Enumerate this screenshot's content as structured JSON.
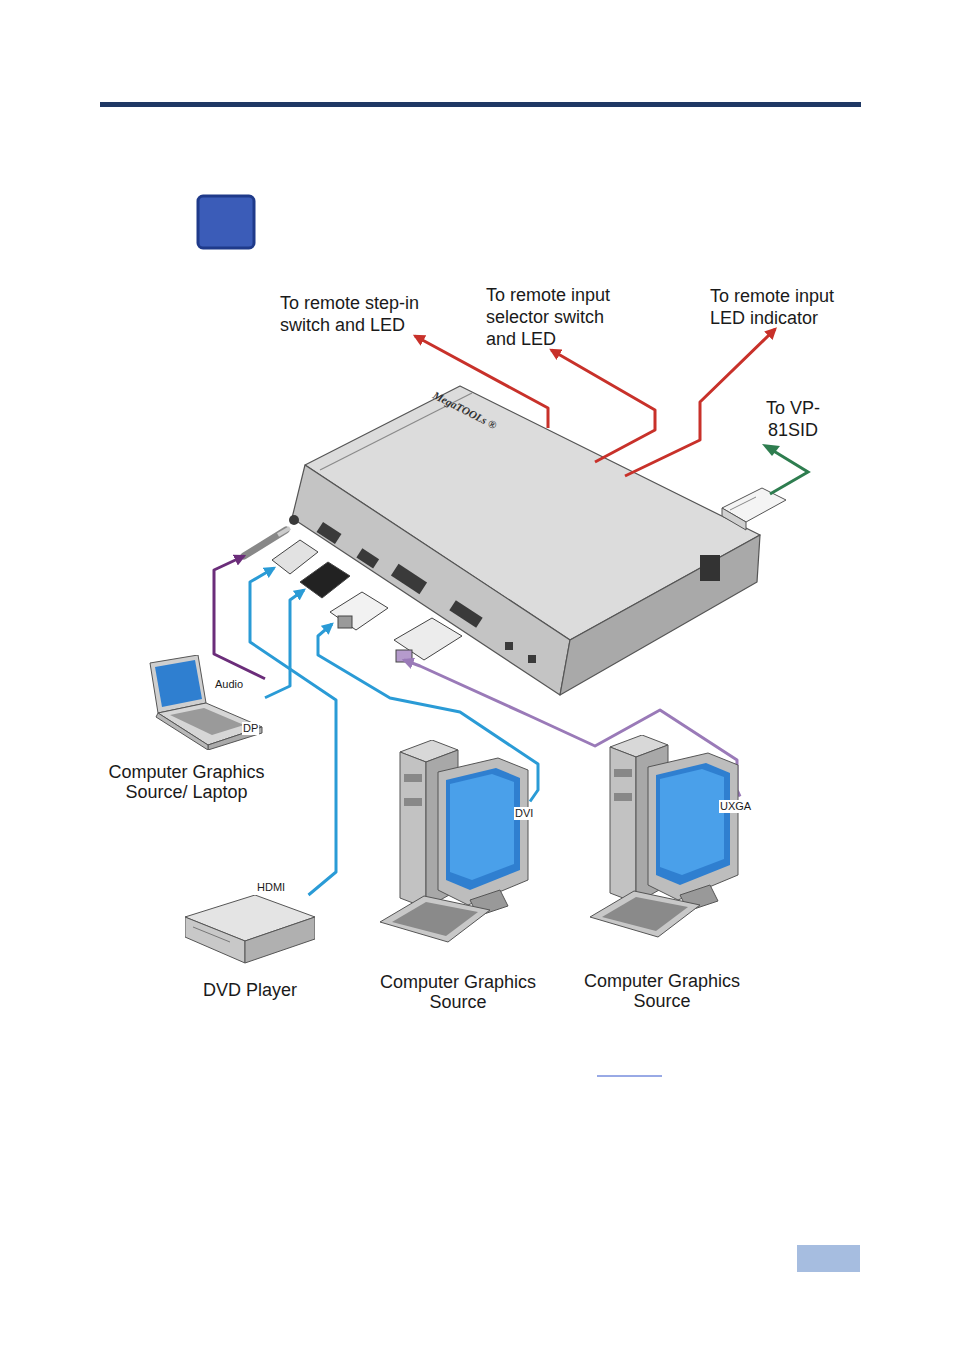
{
  "diagram": {
    "nodes": [
      {
        "text": [
          "To remote step-in switch and LED"
        ]
      },
      {
        "text": [
          "To remote input selector switch and LED"
        ]
      },
      {
        "text": [
          "To remote input LED indicator"
        ]
      },
      {
        "text": [
          "To VP-81SID"
        ]
      },
      {
        "text": [
          "MegaTOOLs ®"
        ]
      },
      {
        "text": [
          "Computer Graphics Source/ Laptop"
        ]
      },
      {
        "text": [
          "DVD Player"
        ]
      },
      {
        "text": [
          "Computer Graphics Source"
        ]
      },
      {
        "text": [
          "Computer Graphics Source"
        ]
      }
    ],
    "edges": [
      {
        "from": 4,
        "to": 0,
        "arrow": "to"
      },
      {
        "from": 4,
        "to": 1,
        "arrow": "to"
      },
      {
        "from": 4,
        "to": 2,
        "arrow": "to"
      },
      {
        "from": 5,
        "to": 4,
        "label": "Audio",
        "arrow": "to"
      },
      {
        "from": 5,
        "to": 4,
        "label": "DP",
        "arrow": "to"
      },
      {
        "from": 6,
        "to": 4,
        "label": "HDMI",
        "arrow": "to"
      },
      {
        "from": 7,
        "to": 4,
        "label": "DVI",
        "arrow": "to"
      },
      {
        "from": 8,
        "to": 4,
        "label": "UXGA",
        "arrow": "to"
      }
    ]
  }
}
